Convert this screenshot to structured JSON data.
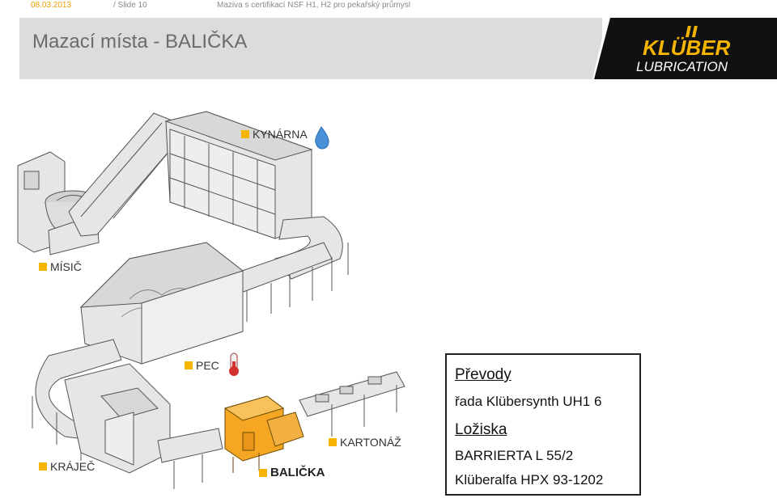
{
  "topbar": {
    "date": "08.03.2013",
    "slide": "/ Slide 10",
    "subtitle": "Maziva s certifikací NSF H1, H2 pro pekařský průmysl"
  },
  "header": {
    "title": "Mazací místa - BALIČKA",
    "logo_line1": "KLÜBER",
    "logo_line2": "LUBRICATION"
  },
  "labels": {
    "kynarna": "KYNÁRNA",
    "misic": "MÍSIČ",
    "pec": "PEC",
    "krajec": "KRÁJEČ",
    "balicka": "BALIČKA",
    "kartonaz": "KARTONÁŽ"
  },
  "infobox": {
    "heading1": "Převody",
    "line1": "řada Klübersynth UH1 6",
    "heading2": "Ložiska",
    "line2": "BARRIERTA L 55/2",
    "line3": "Klüberalfa HPX 93-1202"
  },
  "colors": {
    "accent": "#f5b400",
    "highlight_machine": "#f5a623",
    "header_band": "#dcdcdc",
    "logo_bg": "#111111"
  }
}
